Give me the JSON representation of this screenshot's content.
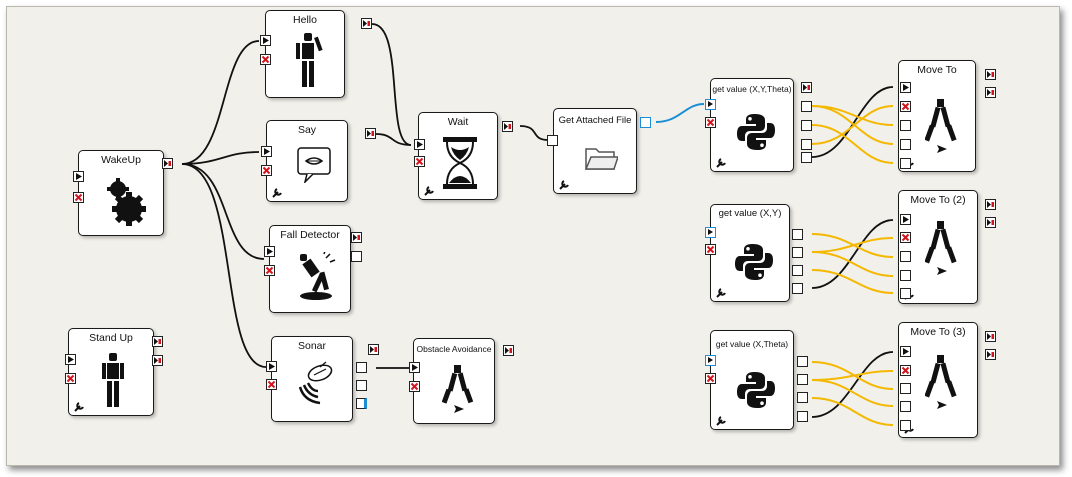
{
  "nodes": {
    "wakeup": {
      "title": "WakeUp"
    },
    "standup": {
      "title": "Stand Up"
    },
    "hello": {
      "title": "Hello"
    },
    "say": {
      "title": "Say"
    },
    "fall": {
      "title": "Fall Detector"
    },
    "sonar": {
      "title": "Sonar"
    },
    "obstacle": {
      "title": "Obstacle Avoidance"
    },
    "wait": {
      "title": "Wait"
    },
    "getfile": {
      "title": "Get Attached File"
    },
    "gv1": {
      "title": "get value (X,Y,Theta)"
    },
    "gv2": {
      "title": "get value (X,Y)"
    },
    "gv3": {
      "title": "get value (X,Theta)"
    },
    "mv1": {
      "title": "Move To"
    },
    "mv2": {
      "title": "Move To (2)"
    },
    "mv3": {
      "title": "Move To (3)"
    }
  },
  "colors": {
    "canvas": "#f1f0ea",
    "wire": "#111111",
    "wire_value": "#f5b800",
    "wire_file": "#1a8fd6",
    "stop_red": "#d4141c"
  },
  "icons": {
    "wakeup": "gears-icon",
    "standup": "robot-icon",
    "hello": "robot-waving-icon",
    "say": "speech-bubble-icon",
    "fall": "falling-robot-icon",
    "sonar": "sonar-icon",
    "obstacle": "robot-legs-icon",
    "wait": "hourglass-icon",
    "getfile": "folder-icon",
    "getvalue": "python-icon",
    "moveto": "robot-legs-icon"
  }
}
